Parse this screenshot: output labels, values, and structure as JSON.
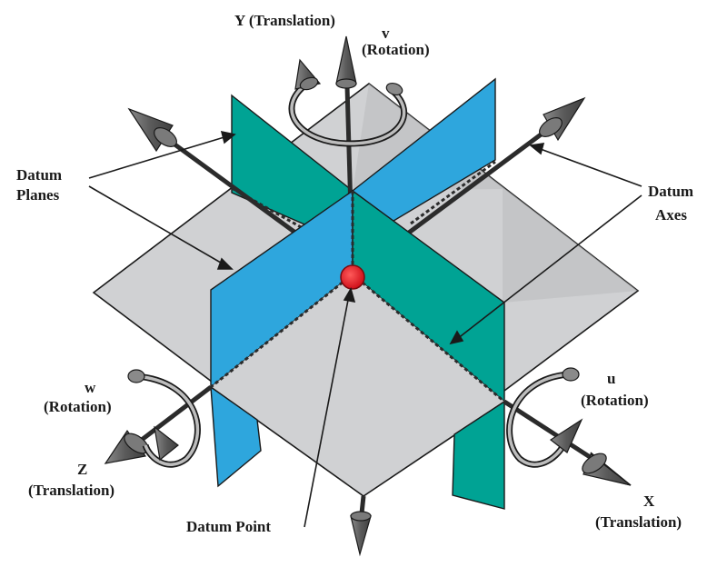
{
  "labels": {
    "y_axis": "Y (Translation)",
    "v_letter": "v",
    "v_rotation": "(Rotation)",
    "datum_planes_line1": "Datum",
    "datum_planes_line2": "Planes",
    "datum_axes_line1": "Datum",
    "datum_axes_line2": "Axes",
    "w_letter": "w",
    "w_rotation": "(Rotation)",
    "u_letter": "u",
    "u_rotation": "(Rotation)",
    "z_letter": "Z",
    "z_translation": "(Translation)",
    "x_letter": "X",
    "x_translation": "(Translation)",
    "datum_point": "Datum Point"
  },
  "colors": {
    "horizontal_plane": "#d0d1d3",
    "horizontal_plane_shadow": "#babbbe",
    "blue_plane": "#2ea6dd",
    "teal_plane": "#00a394",
    "datum_point": "#e8202a",
    "axis": "#2b2b2b",
    "arrowhead": "#6b6b6b"
  },
  "icons": [
    "y-axis-arrow-icon",
    "x-axis-arrow-icon",
    "z-axis-arrow-icon",
    "rotation-v-icon",
    "rotation-u-icon",
    "rotation-w-icon",
    "datum-point-icon"
  ]
}
